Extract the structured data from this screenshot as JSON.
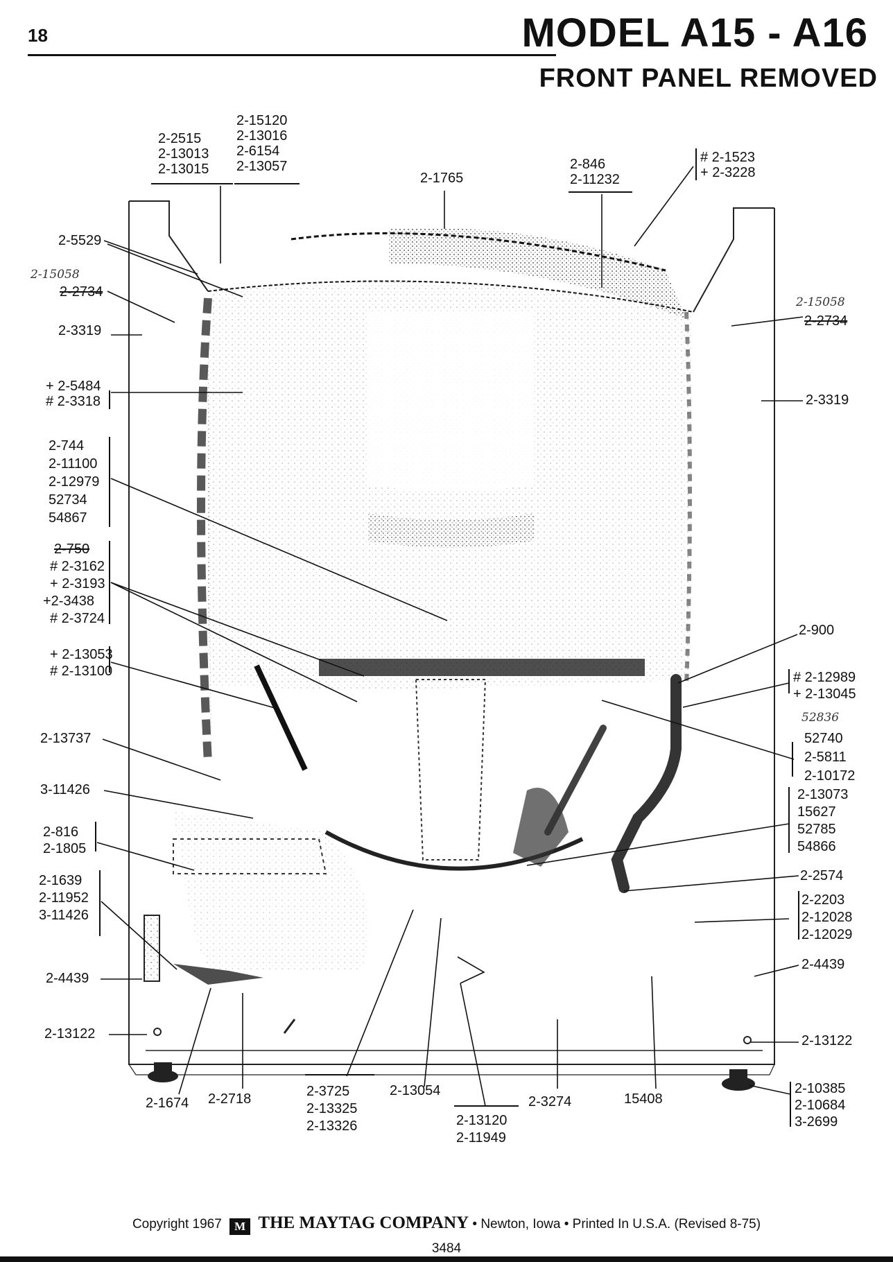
{
  "header": {
    "page_number": "18",
    "model_title": "MODEL A15 - A16",
    "subtitle": "FRONT PANEL REMOVED"
  },
  "labels": {
    "top_group_left": [
      "2-2515",
      "2-13013",
      "2-13015"
    ],
    "top_group_right": [
      "2-15120",
      "2-13016",
      "2-6154",
      "2-13057"
    ],
    "tub_top": "2-1765",
    "top_right_pair": [
      "2-846",
      "2-11232"
    ],
    "top_right_marked": [
      "# 2-1523",
      "+ 2-3228"
    ],
    "left_5529": "2-5529",
    "left_handnote": "2-15058",
    "left_2734": "2-2734",
    "left_3319": "2-3319",
    "left_5484_group": [
      "+ 2-5484",
      "# 2-3318"
    ],
    "left_744_group": [
      "2-744",
      "2-11100",
      "2-12979",
      "52734",
      "54867"
    ],
    "left_750_group": [
      "2-750",
      "# 2-3162",
      "+ 2-3193",
      "+2-3438",
      "# 2-3724"
    ],
    "left_13053_group": [
      "+ 2-13053",
      "# 2-13100"
    ],
    "left_13737": "2-13737",
    "left_11426": "3-11426",
    "left_816_group": [
      "2-816",
      "2-1805"
    ],
    "left_1639_group": [
      "2-1639",
      "2-11952",
      "3-11426"
    ],
    "left_4439": "2-4439",
    "left_13122": "2-13122",
    "right_handnote": "2-15058",
    "right_2734": "2-2734",
    "right_3319": "2-3319",
    "right_900": "2-900",
    "right_12989_group": [
      "# 2-12989",
      "+ 2-13045"
    ],
    "right_handnote2": "52836",
    "right_52740_group": [
      "52740",
      "2-5811",
      "2-10172"
    ],
    "right_13073_group": [
      "2-13073",
      "15627",
      "52785",
      "54866"
    ],
    "right_2574": "2-2574",
    "right_2203_group": [
      "2-2203",
      "2-12028",
      "2-12029"
    ],
    "right_4439": "2-4439",
    "right_13122": "2-13122",
    "right_10385_group": [
      "2-10385",
      "2-10684",
      "3-2699"
    ],
    "bottom_1674": "2-1674",
    "bottom_2718": "2-2718",
    "bottom_3725_group": [
      "2-3725",
      "2-13325",
      "2-13326"
    ],
    "bottom_13054": "2-13054",
    "bottom_13120_group": [
      "2-13120",
      "2-11949"
    ],
    "bottom_3274": "2-3274",
    "bottom_15408": "15408"
  },
  "footer": {
    "copyright": "Copyright 1967",
    "logo_mark": "M",
    "company": "THE MAYTAG COMPANY",
    "location": "Newton, Iowa",
    "printed": "Printed In U.S.A. (Revised 8-75)",
    "doc_number": "3484"
  }
}
